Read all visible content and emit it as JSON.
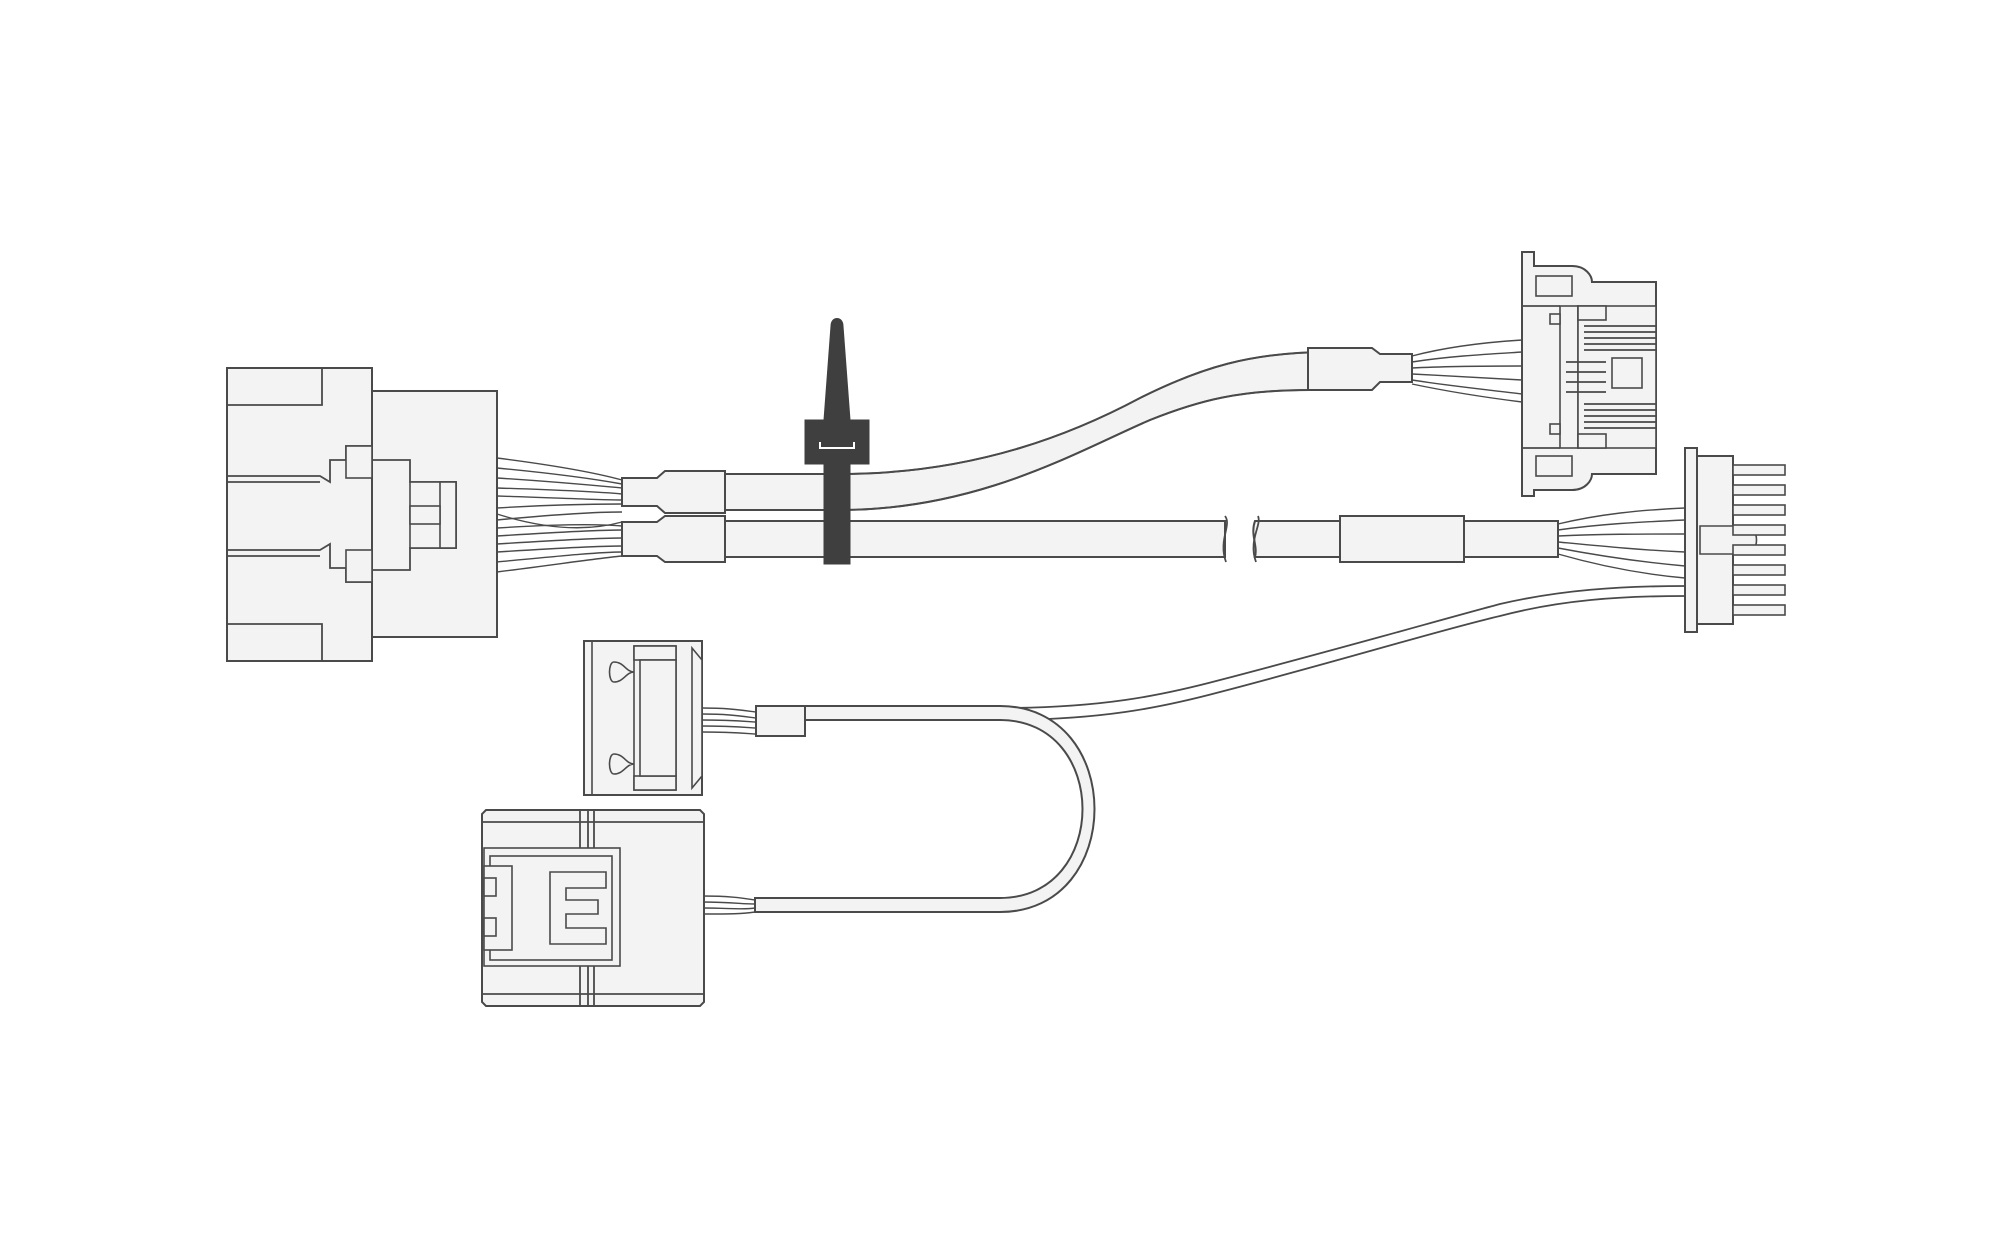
{
  "colors": {
    "background": "#ffffff",
    "part_fill": "#f3f3f3",
    "outline": "#4a4a4a",
    "cable_tie": "#3f3f3f"
  },
  "parts": [
    "large-left-connector",
    "cable-tie",
    "upper-right-connector",
    "right-pin-header-connector",
    "small-clip-connector",
    "bottom-rectangular-connector",
    "upper-cable-branch",
    "main-cable-with-break",
    "thin-looped-cable"
  ]
}
